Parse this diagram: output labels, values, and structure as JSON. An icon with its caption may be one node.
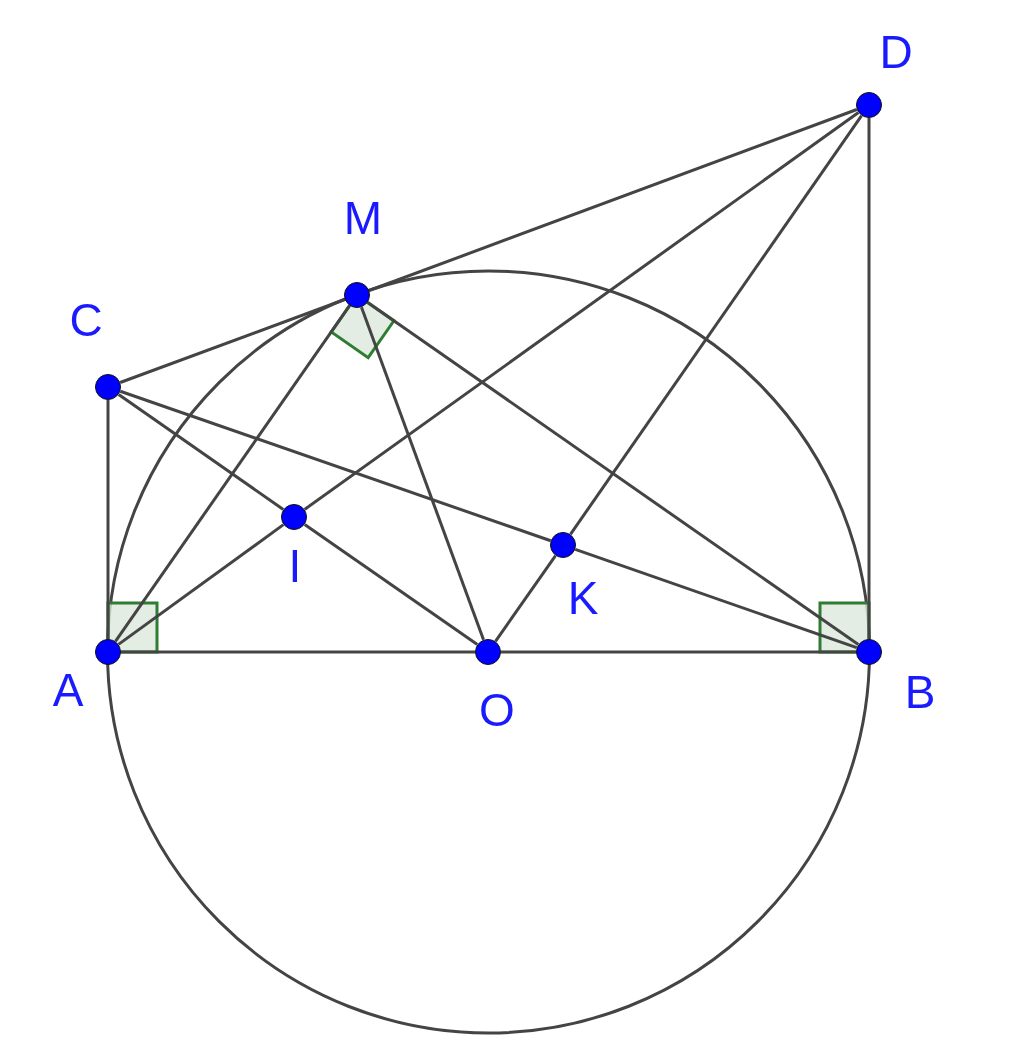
{
  "diagram": {
    "nodes": [
      {
        "text": [
          "D"
        ]
      },
      {
        "text": [
          "M"
        ]
      },
      {
        "text": [
          "C"
        ]
      },
      {
        "text": [
          "I"
        ]
      },
      {
        "text": [
          "K"
        ]
      },
      {
        "text": [
          "A"
        ]
      },
      {
        "text": [
          "O"
        ]
      },
      {
        "text": [
          "B"
        ]
      }
    ],
    "edges": [
      {
        "from": 2,
        "to": 1,
        "arrow": "none"
      },
      {
        "from": 1,
        "to": 0,
        "arrow": "none"
      },
      {
        "from": 5,
        "to": 2,
        "arrow": "none"
      },
      {
        "from": 7,
        "to": 0,
        "arrow": "none"
      },
      {
        "from": 5,
        "to": 6,
        "arrow": "none"
      },
      {
        "from": 6,
        "to": 7,
        "arrow": "none"
      },
      {
        "from": 5,
        "to": 1,
        "arrow": "none"
      },
      {
        "from": 1,
        "to": 7,
        "arrow": "none"
      },
      {
        "from": 1,
        "to": 6,
        "arrow": "none"
      },
      {
        "from": 2,
        "to": 3,
        "arrow": "none"
      },
      {
        "from": 3,
        "to": 6,
        "arrow": "none"
      },
      {
        "from": 5,
        "to": 3,
        "arrow": "none"
      },
      {
        "from": 3,
        "to": 0,
        "arrow": "none"
      },
      {
        "from": 2,
        "to": 4,
        "arrow": "none"
      },
      {
        "from": 4,
        "to": 7,
        "arrow": "none"
      },
      {
        "from": 6,
        "to": 4,
        "arrow": "none"
      },
      {
        "from": 4,
        "to": 0,
        "arrow": "none"
      }
    ]
  }
}
